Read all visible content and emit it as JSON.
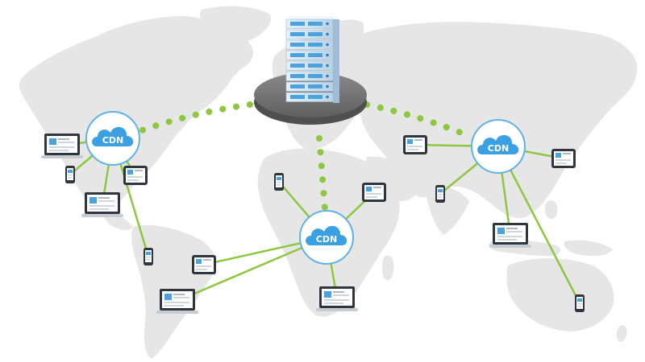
{
  "colors": {
    "map": "#e6e6e6",
    "link": "#8dc63f",
    "cloud": "#3aa0e2",
    "node_ring": "#5fb1e6",
    "server_body": "#d6e4f0",
    "server_slot": "#4aa3df",
    "platform": "#737373",
    "device_frame": "#2f3640",
    "device_screen": "#ffffff",
    "device_image": "#4aa3df"
  },
  "icons": {
    "origin": "server-rack-icon",
    "node": "cdn-cloud-icon",
    "laptop": "laptop-icon",
    "tablet": "tablet-icon",
    "phone": "phone-icon"
  },
  "cdn_nodes": [
    {
      "id": "americas",
      "label": "CDN"
    },
    {
      "id": "africa",
      "label": "CDN"
    },
    {
      "id": "asia",
      "label": "CDN"
    }
  ],
  "origin_links": [
    {
      "to": "americas",
      "style": "dotted"
    },
    {
      "to": "africa",
      "style": "dotted"
    },
    {
      "to": "asia",
      "style": "dotted"
    }
  ],
  "edge_devices": {
    "americas": [
      "laptop",
      "phone",
      "laptop",
      "tablet",
      "phone"
    ],
    "africa": [
      "phone",
      "tablet",
      "tablet",
      "laptop",
      "laptop"
    ],
    "asia": [
      "tablet",
      "tablet",
      "phone",
      "laptop",
      "phone"
    ]
  }
}
